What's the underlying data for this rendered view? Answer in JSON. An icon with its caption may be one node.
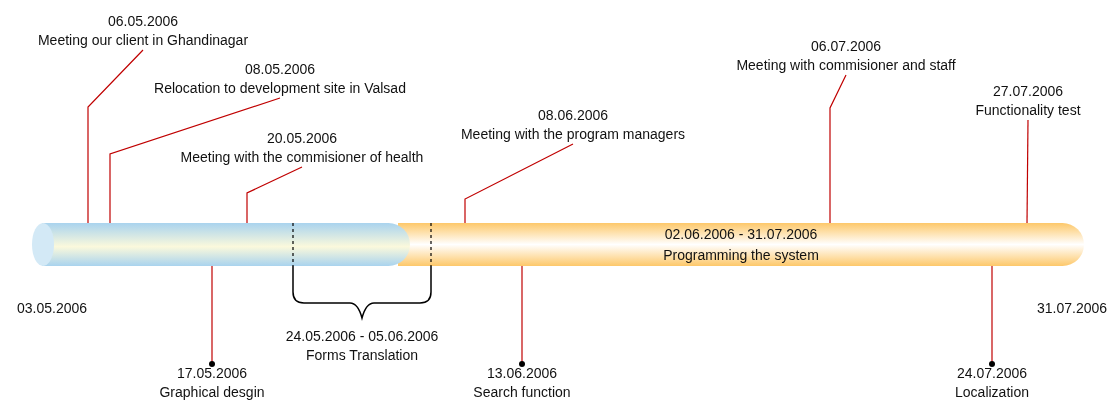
{
  "diagram": {
    "nodes": [
      {
        "text": [
          "06.05.2006",
          "Meeting our client in Ghandinagar"
        ]
      },
      {
        "text": [
          "08.05.2006",
          "Relocation to development site in Valsad"
        ]
      },
      {
        "text": [
          "20.05.2006",
          "Meeting with the commisioner of health"
        ]
      },
      {
        "text": [
          "08.06.2006",
          "Meeting with the program managers"
        ]
      },
      {
        "text": [
          "06.07.2006",
          "Meeting with commisioner and staff"
        ]
      },
      {
        "text": [
          "27.07.2006",
          "Functionality test"
        ]
      },
      {
        "text": [],
        "shape": "bar"
      },
      {
        "text": [
          "02.06.2006 - 31.07.2006",
          "Programming the system"
        ]
      },
      {
        "text": [
          "24.05.2006 - 05.06.2006",
          "Forms Translation"
        ]
      },
      {
        "text": [
          "17.05.2006",
          "Graphical desgin"
        ]
      },
      {
        "text": [
          "13.06.2006",
          "Search function"
        ]
      },
      {
        "text": [
          "24.07.2006",
          "Localization"
        ]
      }
    ],
    "edges": [
      {
        "from": 0,
        "to": 6,
        "arrow": "none"
      },
      {
        "from": 1,
        "to": 6,
        "arrow": "none"
      },
      {
        "from": 2,
        "to": 6,
        "arrow": "none"
      },
      {
        "from": 3,
        "to": 7,
        "arrow": "none"
      },
      {
        "from": 4,
        "to": 7,
        "arrow": "none"
      },
      {
        "from": 5,
        "to": 7,
        "arrow": "none"
      },
      {
        "from": 6,
        "to": 9,
        "arrow": "other"
      },
      {
        "from": 7,
        "to": 10,
        "arrow": "other"
      },
      {
        "from": 7,
        "to": 11,
        "arrow": "other"
      }
    ],
    "labels": [
      "03.05.2006",
      "31.07.2006"
    ]
  }
}
